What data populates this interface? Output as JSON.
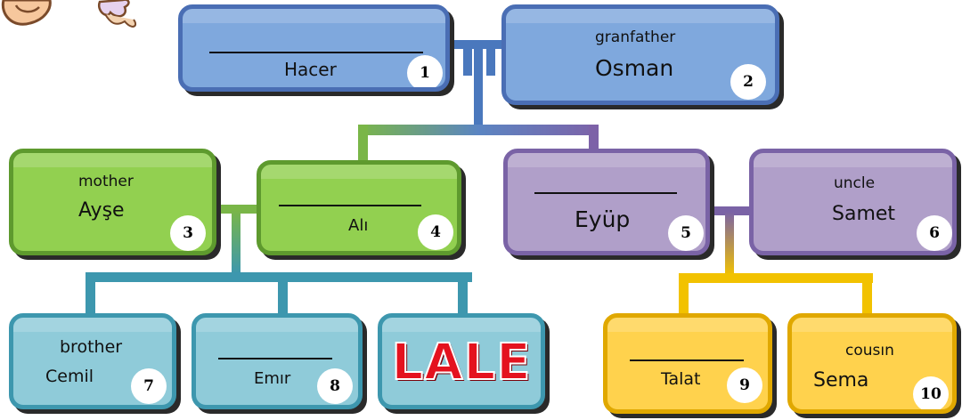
{
  "family_tree": {
    "nodes": {
      "hacer": {
        "role": "",
        "name": "Hacer",
        "number": "1"
      },
      "osman": {
        "role": "granfather",
        "name": "Osman",
        "number": "2"
      },
      "ayse": {
        "role": "mother",
        "name": "Ayşe",
        "number": "3"
      },
      "ali": {
        "role": "",
        "name": "Alı",
        "number": "4"
      },
      "eyup": {
        "role": "",
        "name": "Eyüp",
        "number": "5"
      },
      "samet": {
        "role": "uncle",
        "name": "Samet",
        "number": "6"
      },
      "cemil": {
        "role": "brother",
        "name": "Cemil",
        "number": "7"
      },
      "emir": {
        "role": "",
        "name": "Emır",
        "number": "8"
      },
      "lale": {
        "name": "LALE"
      },
      "talat": {
        "role": "",
        "name": "Talat",
        "number": "9"
      },
      "sema": {
        "role": "cousın",
        "name": "Sema",
        "number": "10"
      }
    },
    "colors": {
      "blue": "#7fa8dd",
      "green": "#92d050",
      "purple": "#b09fc9",
      "teal": "#8fcbd9",
      "yellow": "#ffd24d",
      "lale_text": "#e4121e"
    }
  }
}
